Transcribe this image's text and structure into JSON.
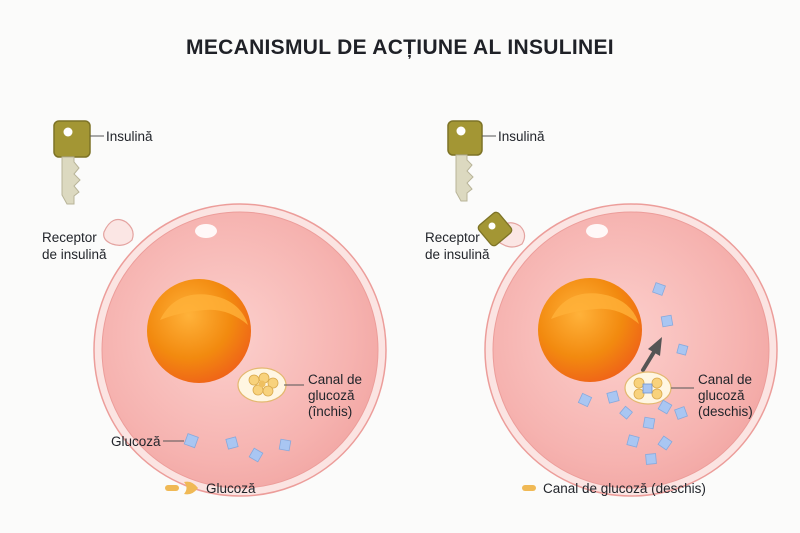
{
  "title": "MECANISMUL DE ACȚIUNE AL INSULINEI",
  "left_panel": {
    "insulin_label": "Insulină",
    "receptor_label_1": "Receptor",
    "receptor_label_2": "de insulină",
    "channel_label_1": "Canal de",
    "channel_label_2": "glucoză",
    "channel_label_3": "(închis)",
    "glucose_label": "Glucoză",
    "legend_label": "Glucoză"
  },
  "right_panel": {
    "insulin_label": "Insulină",
    "receptor_label_1": "Receptor",
    "receptor_label_2": "de insulină",
    "channel_label_1": "Canal de",
    "channel_label_2": "glucoză",
    "channel_label_3": "(deschis)",
    "legend_label": "Canal de glucoză (deschis)"
  },
  "colors": {
    "key": "#a39634",
    "key_dark": "#7d7326",
    "key_tip": "#dcd9c0",
    "cell": "#f6b3b0",
    "cell_edge": "#ec9d9a",
    "nucleus": "#f28a0f",
    "nucleus_hl": "#ffb23a",
    "glucose": "#a9c6f2",
    "channel": "#f8d27c",
    "legend_swatch": "#f0b955",
    "arrow": "#555555"
  }
}
